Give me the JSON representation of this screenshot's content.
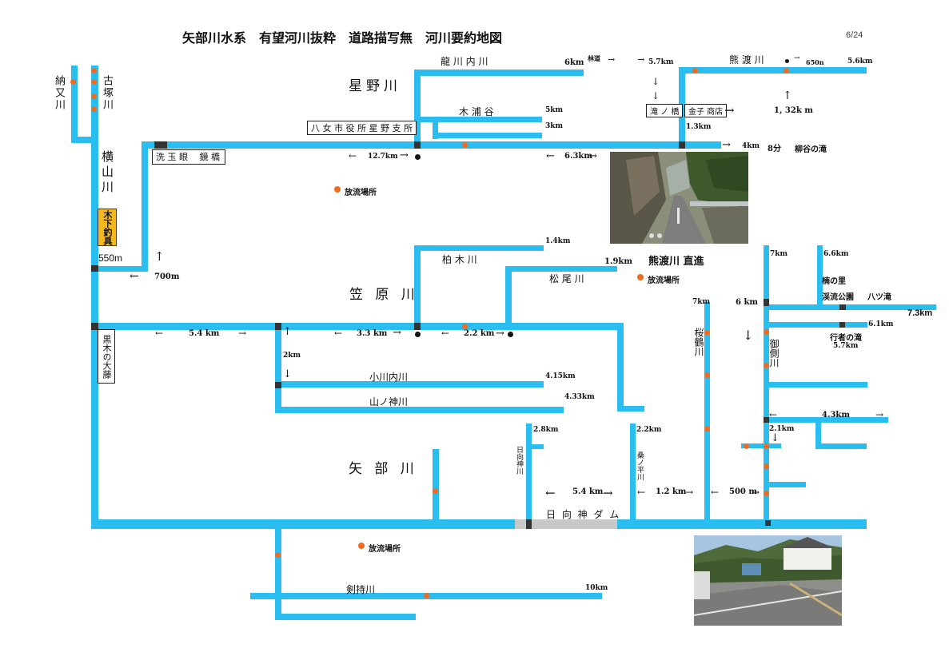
{
  "title": "矢部川水系　有望河川抜粋　道路描写無　河川要約地図",
  "page_number": "6/24",
  "rivers": {
    "nomata": "納又川",
    "kozuka": "古塚川",
    "yokoyama": "横山川",
    "hoshino": "星野川",
    "ryugochi": "龍 川 内 川",
    "kiura": "木 浦 谷",
    "kumawatari": "熊 渡 川",
    "kasahara": "笠 原 川",
    "kashiwagi": "柏 木 川",
    "matsuo": "松 尾 川",
    "kumawatari_straight": "熊渡川 直進",
    "ogawachi": "小川内川",
    "yamanokami": "山ノ神川",
    "yabe": "矢 部 川",
    "hyugami": "日向神川",
    "kuwanohira": "桑ノ平川",
    "sakuratsuru": "桜鶴川",
    "migawa": "御側川",
    "kenmochi": "剣持川"
  },
  "places": {
    "momen": "木下釣具",
    "shiyakusho": "八 女 市 役 所  星 野 支 所",
    "araimame": "洗 玉 眼　 鏡 橋",
    "takinohashi": "滝 ノ 橋",
    "kaneko": "金子 商店",
    "kuroki": "黒木の大藤",
    "dam": "日 向 神 ダ ム",
    "yanagiya": "柳谷の滝",
    "kusu": "楠の里",
    "keiryu": "渓流公園",
    "yatsu": "八ツ滝",
    "gyoja": "行者の滝",
    "rindo": "林道"
  },
  "release": "放流場所",
  "distances": {
    "d550m": "550m",
    "d700m": "700m",
    "d127": "12.7km",
    "d63": "6.3km",
    "d6km": "6km",
    "d57": "5.7km",
    "d5km": "5km",
    "d3km": "3km",
    "d13": "1.3km",
    "d4km": "4km",
    "d8min": "8分",
    "d650n": "650n",
    "d56": "5.6km",
    "d132": "1, 32k m",
    "d14": "1.4km",
    "d19": "1.9km",
    "d54a": "5.4 km",
    "d33": "3.3 km",
    "d22": "2.2 km",
    "d2km": "2km",
    "d415": "4.15km",
    "d433": "4.33km",
    "d28": "2.8km",
    "d22b": "2.2km",
    "d54b": "5.4 km",
    "d12": "1.2 km",
    "d500": "500 m",
    "d7km": "7km",
    "d7kmb": "7km",
    "d6kmb": "6 km",
    "d66": "6.6km",
    "d73": "7.3km",
    "d61": "6.1km",
    "d57b": "5.7km",
    "d43": "4.3km",
    "d21": "2.1km",
    "d10km": "10km"
  },
  "colors": {
    "river": "#29bdf0",
    "release_marker": "#f26a21",
    "dam": "#c8c8c8",
    "shop_badge": "#f5b81c"
  }
}
